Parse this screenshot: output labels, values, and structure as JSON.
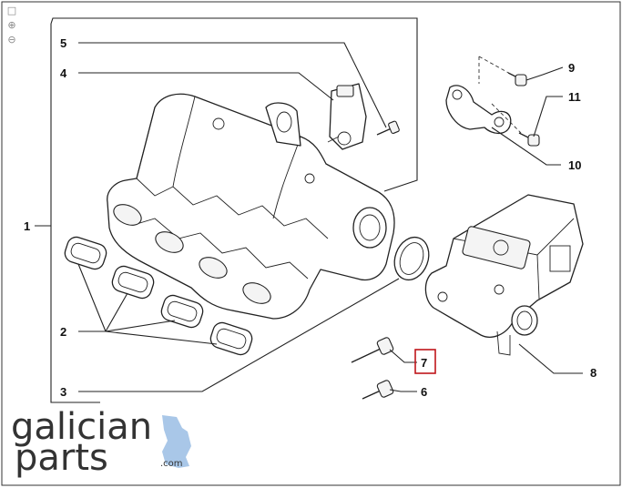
{
  "toolbar": {
    "fit_icon": "fit-icon",
    "zoom_in_icon": "zoom-in-icon",
    "zoom_out_icon": "zoom-out-icon"
  },
  "callouts": {
    "c1": "1",
    "c2": "2",
    "c3": "3",
    "c4": "4",
    "c5": "5",
    "c6": "6",
    "c7": "7",
    "c8": "8",
    "c9": "9",
    "c10": "10",
    "c11": "11"
  },
  "highlighted_callout": "7",
  "highlight_color": "#c0151b",
  "logo": {
    "line1": "galician",
    "line2": "parts",
    "suffix": ".com",
    "accent_color": "#a9c7e8"
  }
}
